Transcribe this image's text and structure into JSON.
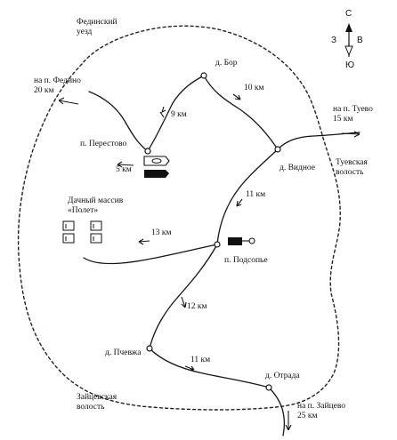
{
  "map": {
    "regions": {
      "fedinsky": "Фединский\nуезд",
      "tuevsky": "Туевская\nволость",
      "zaitsevsky": "Зайцевская\nволость"
    },
    "places": {
      "bor": "д. Бор",
      "perestovo": "п. Перестово",
      "vidnoe": "д. Видное",
      "podsopie": "п. Подсопье",
      "pchevzha": "д. Пчевжа",
      "otrada": "д. Отрада",
      "dacha": "Дачный массив\n«Полет»"
    },
    "destinations": {
      "fedino": "на п. Федино\n20 км",
      "tuevo": "на п. Туево\n15 км",
      "zaitsevo": "на п. Зайцево\n25 км"
    },
    "distances": {
      "perestovo_bor": "9 км",
      "bor_vidnoe": "10 км",
      "perestovo_boat": "5 км",
      "vidnoe_podsopie": "11 км",
      "podsopie_dacha": "13 км",
      "podsopie_pchevzha": "12 км",
      "pchevzha_otrada": "11 км"
    },
    "compass": {
      "north": "С",
      "south": "Ю",
      "west": "З",
      "east": "В"
    }
  }
}
